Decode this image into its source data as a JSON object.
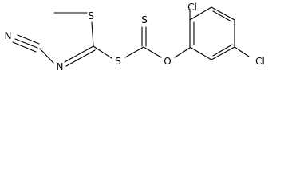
{
  "diagram": {
    "type": "chemical-structure",
    "atoms": {
      "n_nitrile": "N",
      "n_imine": "N",
      "s_methyl": "S",
      "s_thioester": "S",
      "s_thione": "S",
      "o_ester": "O",
      "cl_top": "Cl",
      "cl_right": "Cl"
    }
  }
}
